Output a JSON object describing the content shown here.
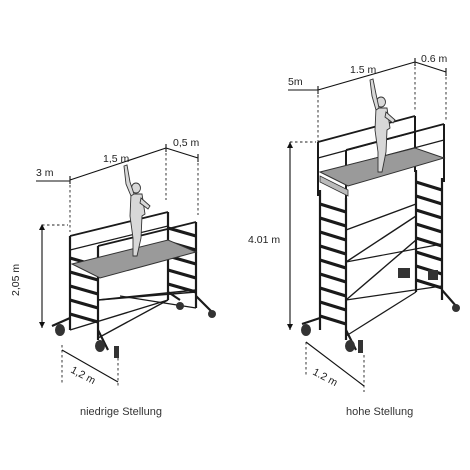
{
  "low": {
    "caption": "niedrige Stellung",
    "dim_length": "1,5 m",
    "dim_width": "0,5 m",
    "dim_reach": "3 m",
    "dim_height": "2,05 m",
    "dim_base": "1,2 m"
  },
  "high": {
    "caption": "hohe Stellung",
    "dim_length": "1.5 m",
    "dim_width": "0.6 m",
    "dim_reach": "5m",
    "dim_height": "4.01 m",
    "dim_base": "1.2 m"
  }
}
